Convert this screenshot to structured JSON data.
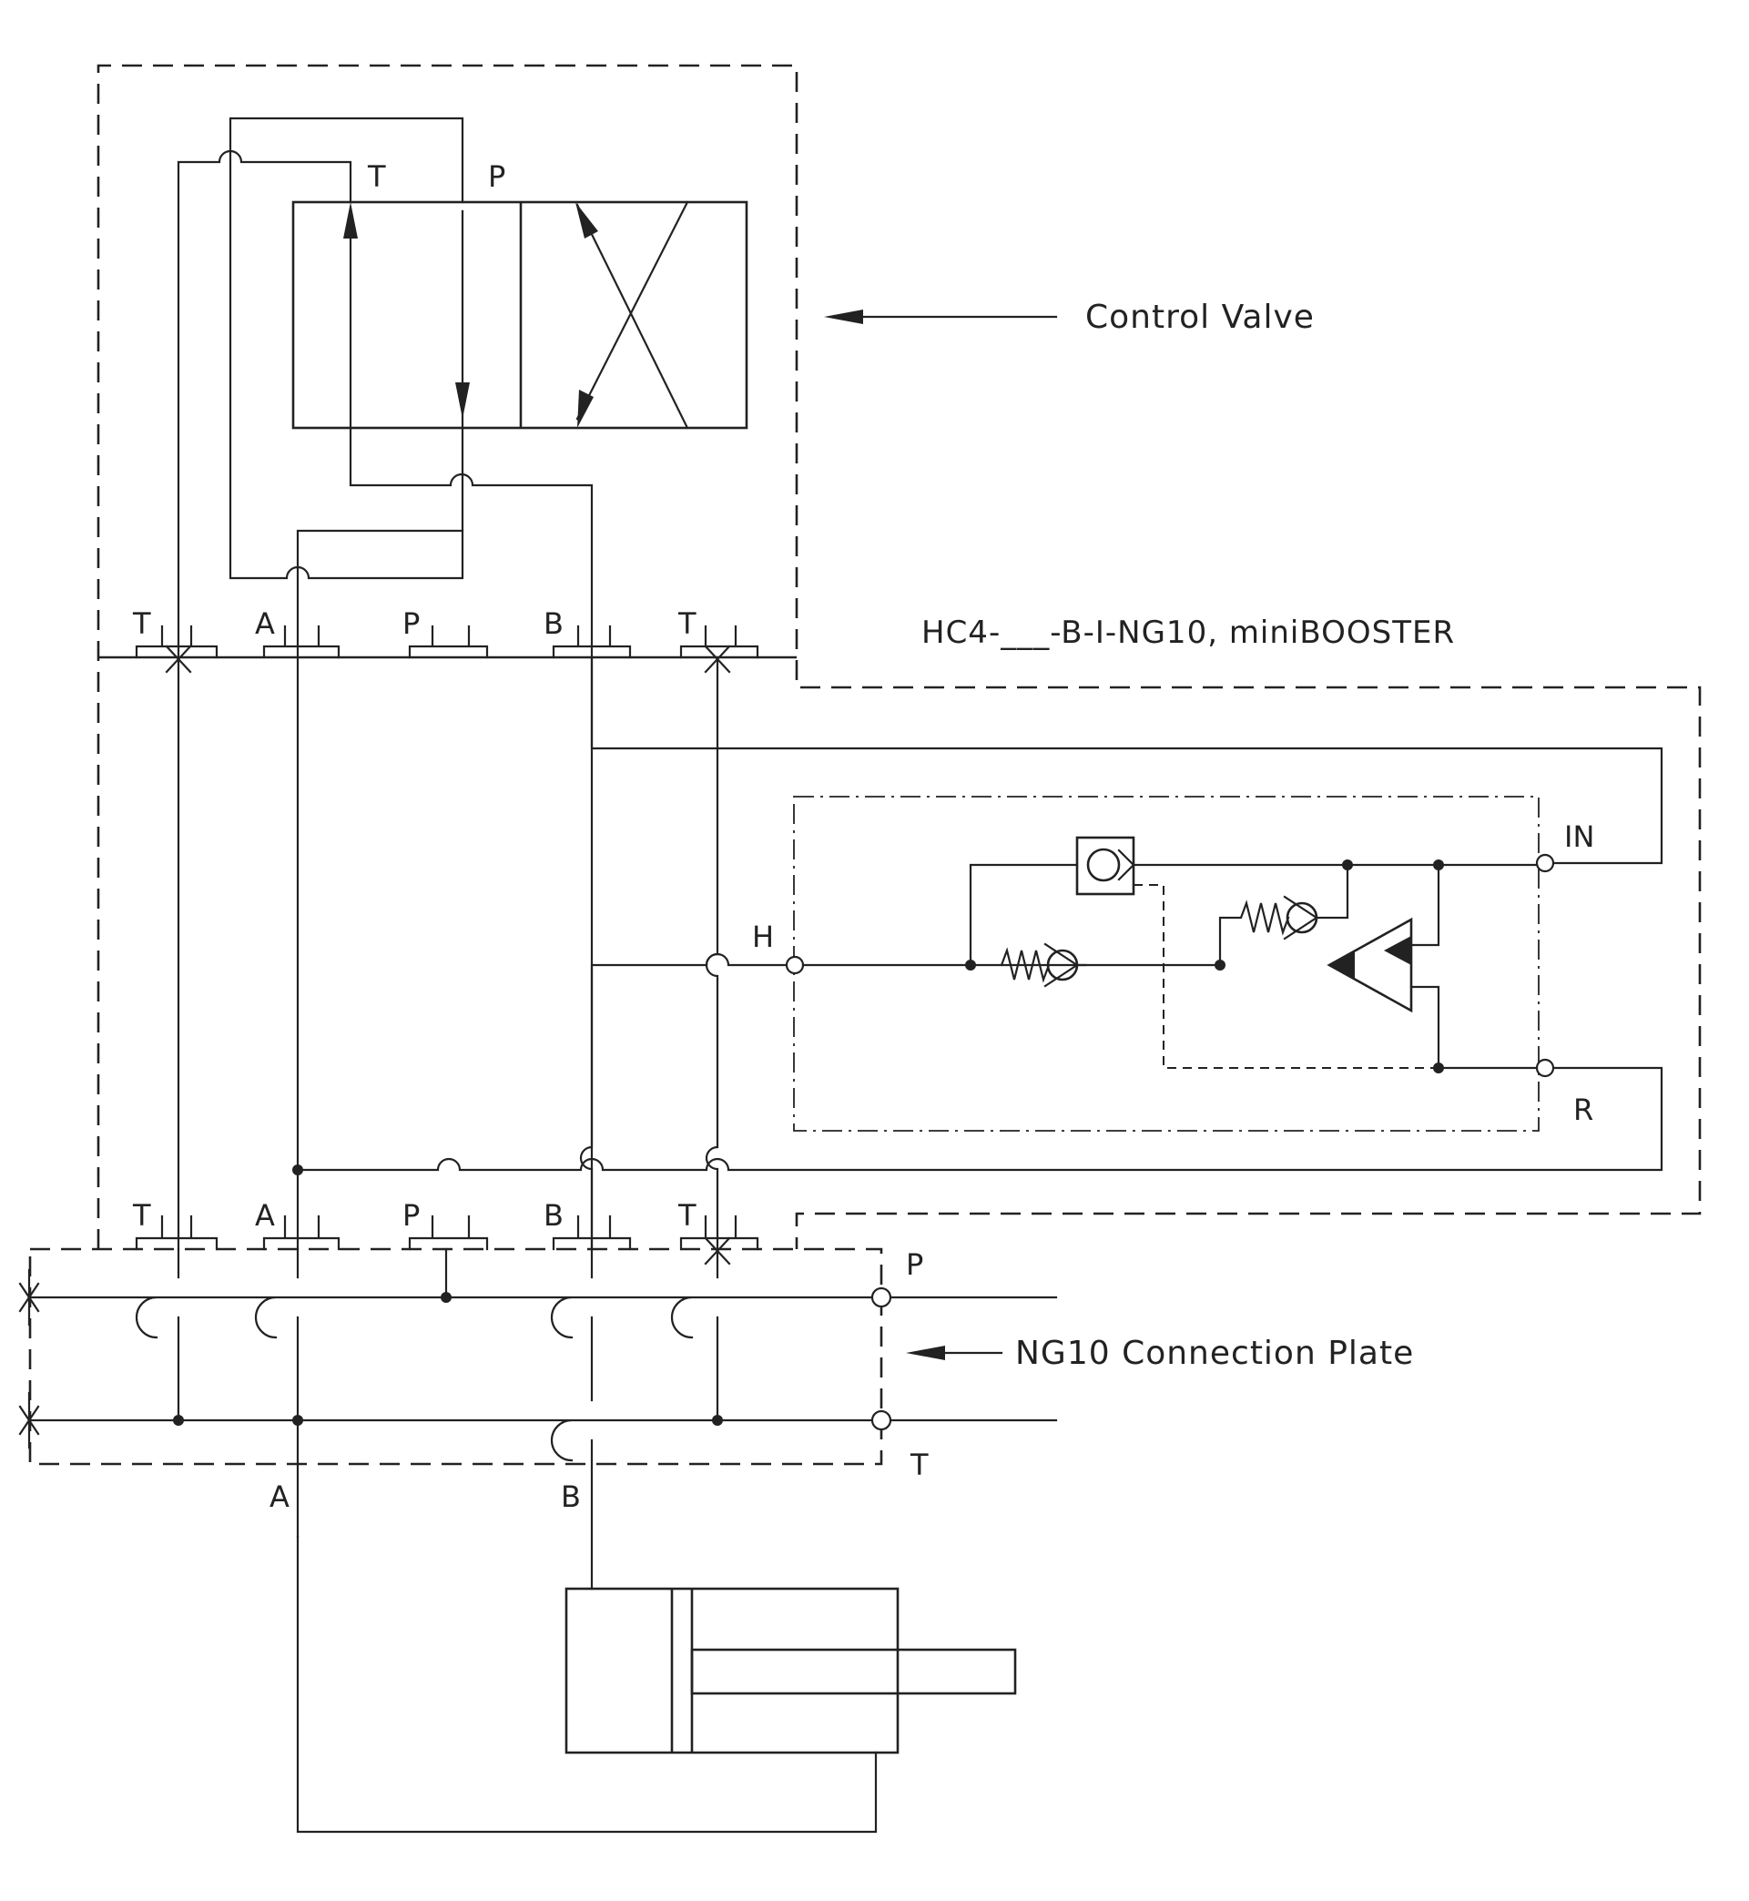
{
  "labels": {
    "control_valve": "Control Valve",
    "model": "HC4-___-B-I-NG10, miniBOOSTER",
    "connection_plate": "NG10 Connection Plate"
  },
  "valve_ports": {
    "t": "T",
    "p": "P"
  },
  "upper_ports": [
    "T",
    "A",
    "P",
    "B",
    "T"
  ],
  "lower_ports": [
    "T",
    "A",
    "P",
    "B",
    "T"
  ],
  "booster_ports": {
    "in": "IN",
    "r": "R",
    "h": "H"
  },
  "plate_ports": {
    "p": "P",
    "t": "T",
    "a": "A",
    "b": "B"
  }
}
